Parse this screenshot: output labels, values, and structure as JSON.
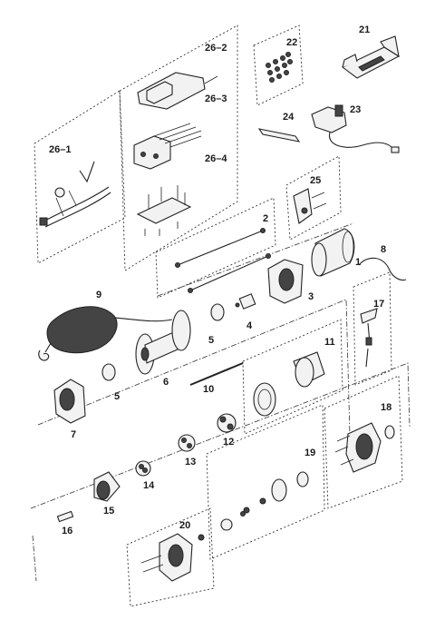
{
  "callouts": {
    "c1": "1",
    "c2": "2",
    "c3": "3",
    "c4": "4",
    "c5a": "5",
    "c5b": "5",
    "c6": "6",
    "c7": "7",
    "c8": "8",
    "c9": "9",
    "c10": "10",
    "c11": "11",
    "c12": "12",
    "c13": "13",
    "c14": "14",
    "c15": "15",
    "c16": "16",
    "c17": "17",
    "c18": "18",
    "c19": "19",
    "c20": "20",
    "c21": "21",
    "c22": "22",
    "c23": "23",
    "c24": "24",
    "c25": "25",
    "c26_1": "26–1",
    "c26_2": "26–2",
    "c26_3": "26–3",
    "c26_4": "26–4"
  }
}
